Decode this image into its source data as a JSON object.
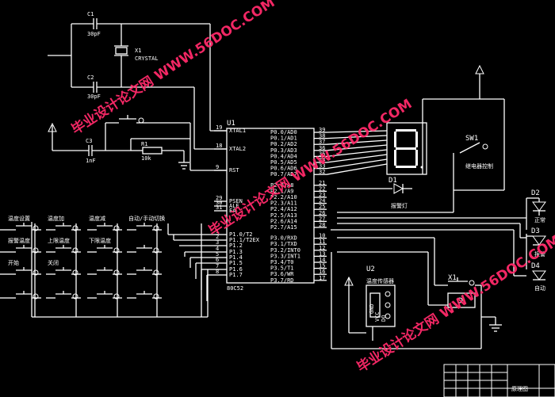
{
  "components": {
    "c1": {
      "ref": "C1",
      "value": "30pF"
    },
    "c2": {
      "ref": "C2",
      "value": "30pF"
    },
    "c3": {
      "ref": "C3",
      "value": "1nF"
    },
    "x1": {
      "ref": "X1",
      "value": "CRYSTAL"
    },
    "r1": {
      "ref": "R1",
      "value": "10k"
    },
    "u1": {
      "ref": "U1",
      "part": "80C52"
    },
    "u2": {
      "ref": "U2",
      "part": "温度传感器"
    },
    "d1": {
      "ref": "D1",
      "note": "报警灯"
    },
    "d2": {
      "ref": "D2",
      "note": "正常"
    },
    "d3": {
      "ref": "D3",
      "note": "报警"
    },
    "d4": {
      "ref": "D4",
      "note": "自动"
    },
    "sw1": {
      "ref": "SW1",
      "note": "继电器控制"
    },
    "k1": {
      "ref": "X1"
    }
  },
  "u1_left": {
    "pins": [
      {
        "num": "19",
        "name": "XTAL1"
      },
      {
        "num": "18",
        "name": "XTAL2"
      },
      {
        "num": "9",
        "name": "RST"
      },
      {
        "num": "29",
        "name": "PSEN"
      },
      {
        "num": "30",
        "name": "ALE"
      },
      {
        "num": "31",
        "name": "EA"
      },
      {
        "num": "1",
        "name": "P1.0/T2"
      },
      {
        "num": "2",
        "name": "P1.1/T2EX"
      },
      {
        "num": "3",
        "name": "P1.2"
      },
      {
        "num": "4",
        "name": "P1.3"
      },
      {
        "num": "5",
        "name": "P1.4"
      },
      {
        "num": "6",
        "name": "P1.5"
      },
      {
        "num": "7",
        "name": "P1.6"
      },
      {
        "num": "8",
        "name": "P1.7"
      }
    ]
  },
  "u1_right": {
    "pins": [
      {
        "num": "39",
        "name": "P0.0/AD0"
      },
      {
        "num": "38",
        "name": "P0.1/AD1"
      },
      {
        "num": "37",
        "name": "P0.2/AD2"
      },
      {
        "num": "36",
        "name": "P0.3/AD3"
      },
      {
        "num": "35",
        "name": "P0.4/AD4"
      },
      {
        "num": "34",
        "name": "P0.5/AD5"
      },
      {
        "num": "33",
        "name": "P0.6/AD6"
      },
      {
        "num": "32",
        "name": "P0.7/AD7"
      },
      {
        "num": "21",
        "name": "P2.0/A8"
      },
      {
        "num": "22",
        "name": "P2.1/A9"
      },
      {
        "num": "23",
        "name": "P2.2/A10"
      },
      {
        "num": "24",
        "name": "P2.3/A11"
      },
      {
        "num": "25",
        "name": "P2.4/A12"
      },
      {
        "num": "26",
        "name": "P2.5/A13"
      },
      {
        "num": "27",
        "name": "P2.6/A14"
      },
      {
        "num": "28",
        "name": "P2.7/A15"
      },
      {
        "num": "10",
        "name": "P3.0/RXD"
      },
      {
        "num": "11",
        "name": "P3.1/TXD"
      },
      {
        "num": "12",
        "name": "P3.2/INT0"
      },
      {
        "num": "13",
        "name": "P3.3/INT1"
      },
      {
        "num": "14",
        "name": "P3.4/T0"
      },
      {
        "num": "15",
        "name": "P3.5/T1"
      },
      {
        "num": "16",
        "name": "P3.6/WR"
      },
      {
        "num": "17",
        "name": "P3.7/RD"
      }
    ]
  },
  "keypad_labels": [
    "温度设置",
    "温度加",
    "温度减",
    "自动/手动切换",
    "报警温度",
    "上限温度",
    "下限温度",
    "开始",
    "关闭"
  ],
  "u2_pins": [
    "GND",
    "VCC",
    "DQ"
  ],
  "watermark": "毕业设计论文网 WWW.56DOC.COM",
  "title_block": {
    "name": "原理图"
  }
}
